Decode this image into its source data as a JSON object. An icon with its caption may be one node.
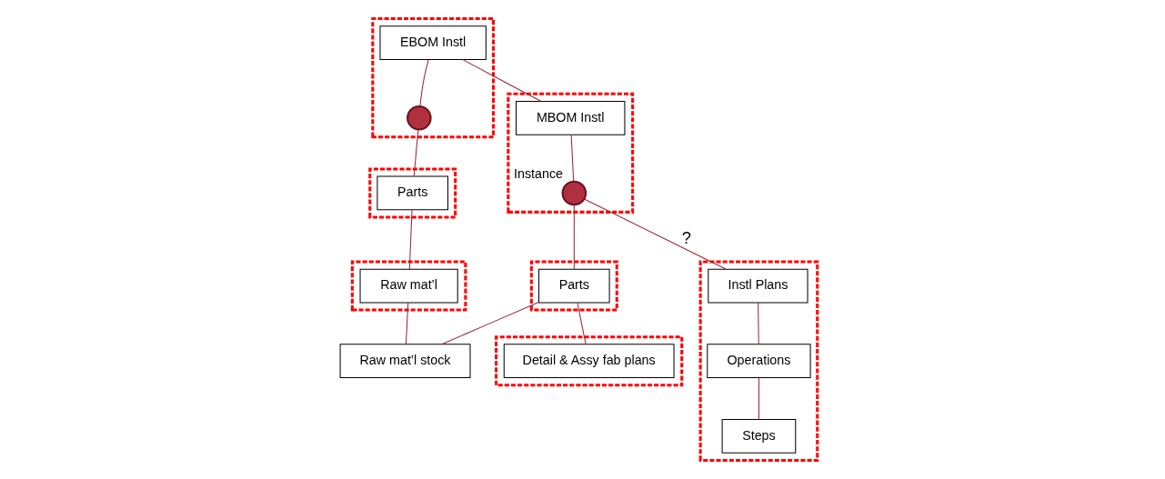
{
  "diagram": {
    "nodes": [
      {
        "text": [],
        "shape": "box"
      },
      {
        "text": [
          "EBOM Instl"
        ],
        "in": 0
      },
      {
        "text": [],
        "shape": "circle",
        "in": 0
      },
      {
        "text": [],
        "shape": "box"
      },
      {
        "text": [
          "MBOM Instl"
        ],
        "in": 3
      },
      {
        "text": [],
        "shape": "circle",
        "in": 3,
        "beside": [
          "Instance"
        ]
      },
      {
        "text": [],
        "shape": "box"
      },
      {
        "text": [
          "Instl Plans"
        ],
        "in": 6
      },
      {
        "text": [
          "Operations"
        ],
        "in": 6
      },
      {
        "text": [
          "Steps"
        ],
        "in": 6
      },
      {
        "text": [],
        "shape": "box"
      },
      {
        "text": [
          "Parts"
        ],
        "in": 10
      },
      {
        "text": [],
        "shape": "box"
      },
      {
        "text": [
          "Parts"
        ],
        "in": 12
      },
      {
        "text": [],
        "shape": "box"
      },
      {
        "text": [
          "Detail & Assy fab plans"
        ],
        "in": 14
      },
      {
        "text": [],
        "shape": "box"
      },
      {
        "text": [
          "Raw mat’l"
        ],
        "in": 16
      },
      {
        "text": [
          "Raw mat’l stock"
        ]
      }
    ],
    "edges": [
      {
        "from": 1,
        "to": 4,
        "arrow": "none"
      },
      {
        "from": 1,
        "to": 2,
        "arrow": "none"
      },
      {
        "from": 2,
        "to": 11,
        "arrow": "none"
      },
      {
        "from": 11,
        "to": 17,
        "arrow": "none"
      },
      {
        "from": 17,
        "to": 18,
        "arrow": "none"
      },
      {
        "from": 4,
        "to": 5,
        "arrow": "none"
      },
      {
        "from": 5,
        "to": 7,
        "arrow": "none",
        "label": "?"
      },
      {
        "from": 5,
        "to": 13,
        "arrow": "none"
      },
      {
        "from": 13,
        "to": 18,
        "arrow": "none"
      },
      {
        "from": 13,
        "to": 15,
        "arrow": "none"
      },
      {
        "from": 7,
        "to": 8,
        "arrow": "none"
      },
      {
        "from": 8,
        "to": 9,
        "arrow": "none"
      }
    ]
  }
}
